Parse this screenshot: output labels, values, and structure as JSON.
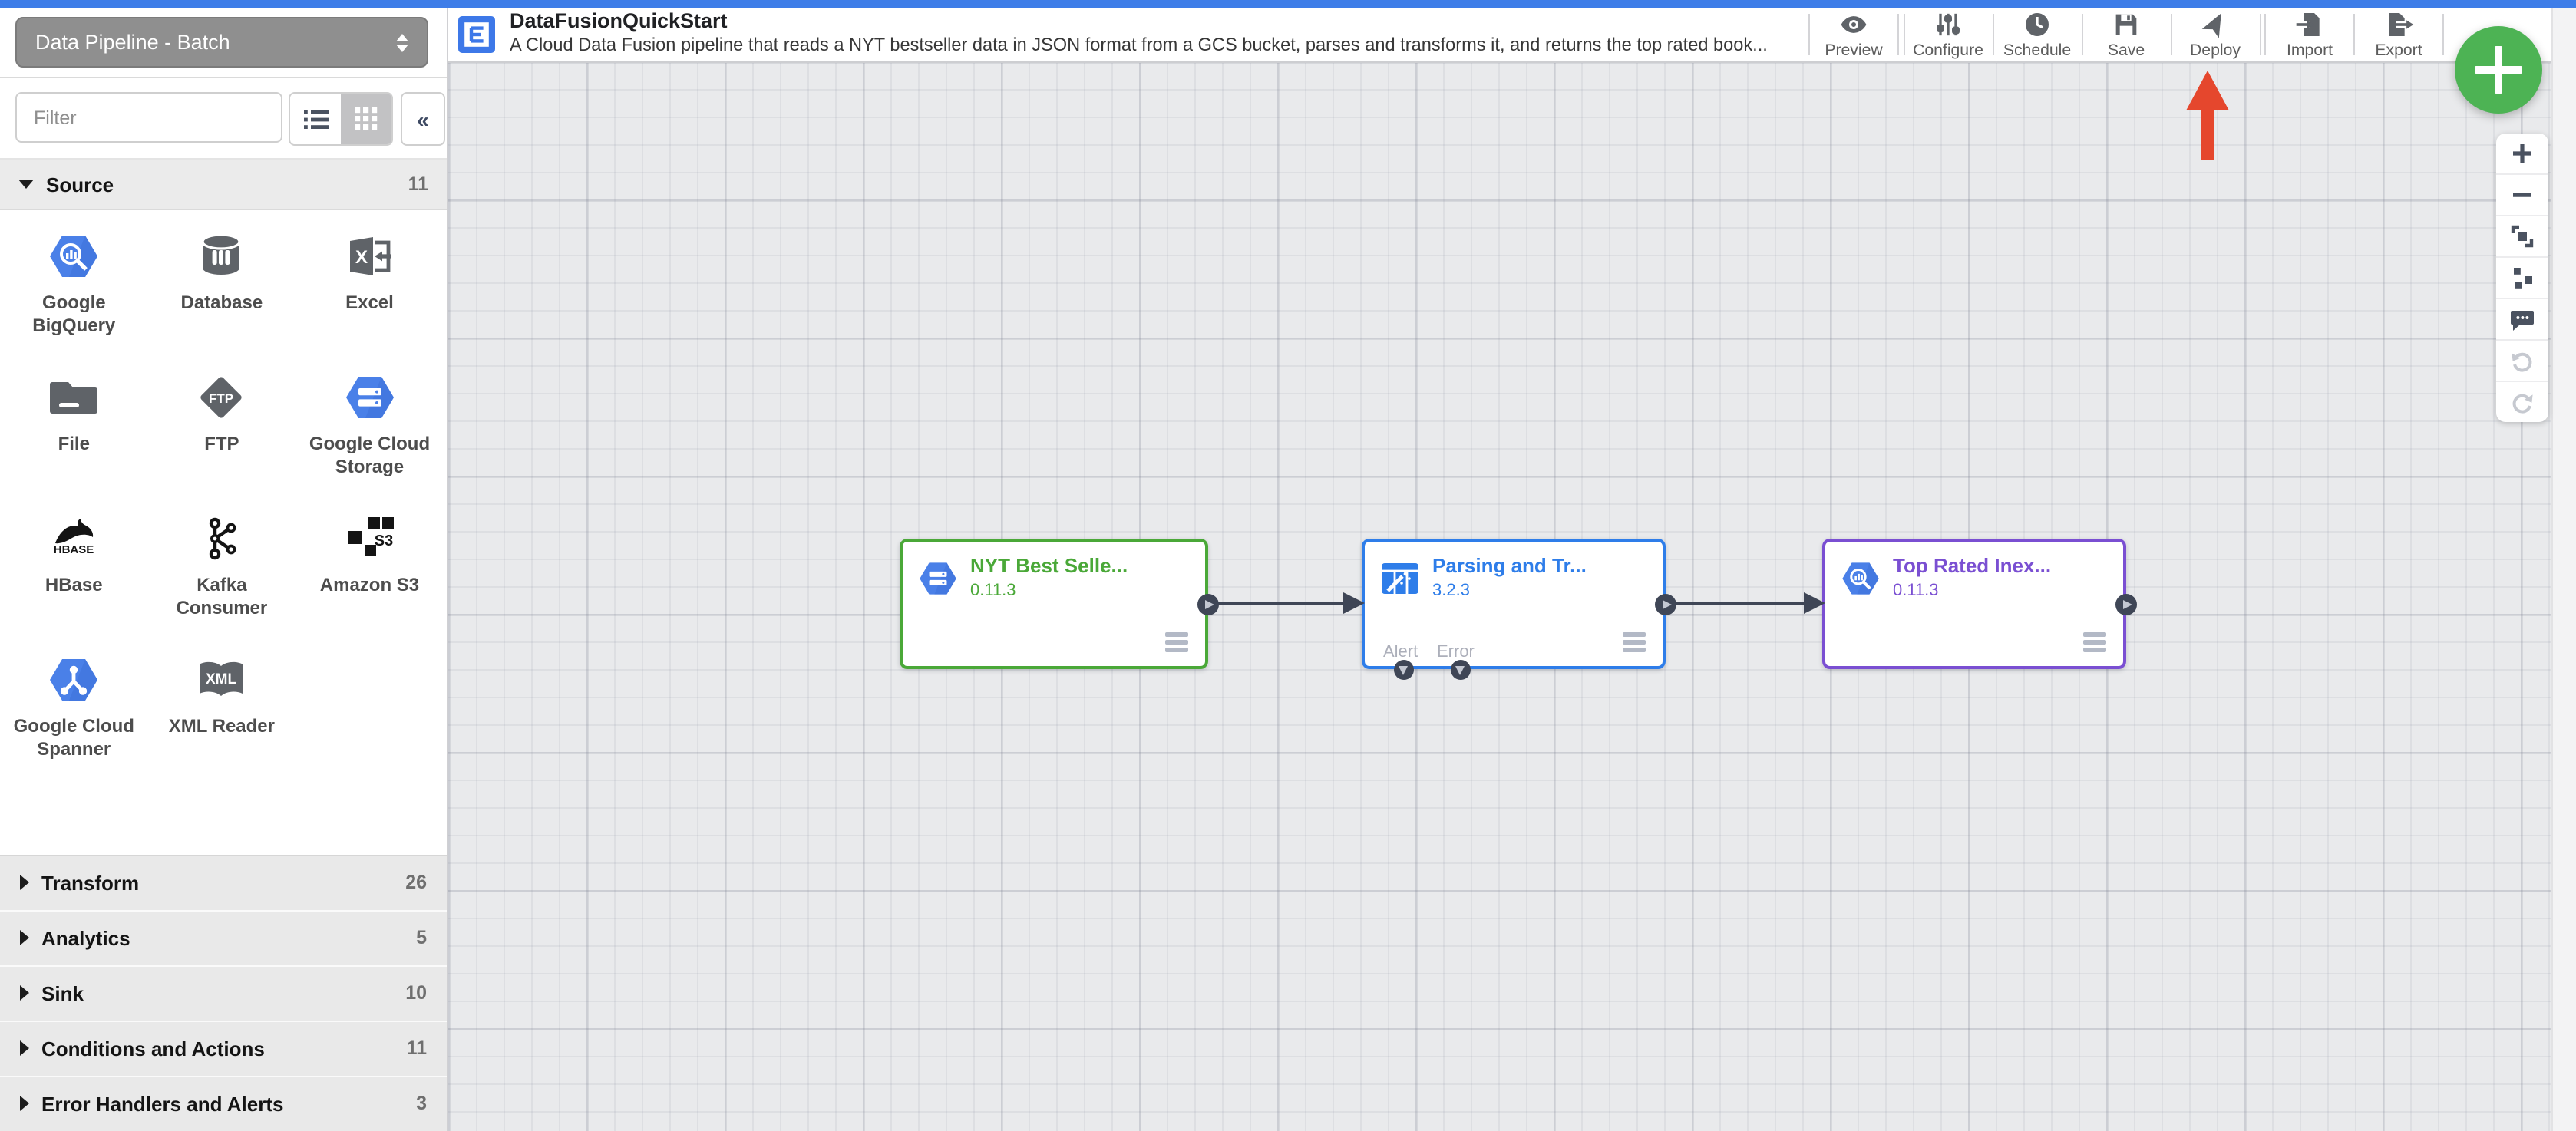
{
  "app": {
    "pipeline_type_selector": "Data Pipeline - Batch"
  },
  "header": {
    "title": "DataFusionQuickStart",
    "description": "A Cloud Data Fusion pipeline that reads a NYT bestseller data in JSON format from a GCS bucket, parses and transforms it, and returns the top rated book...",
    "actions": [
      {
        "label": "Preview",
        "icon": "eye-icon"
      },
      {
        "label": "Configure",
        "icon": "sliders-icon"
      },
      {
        "label": "Schedule",
        "icon": "clock-icon"
      },
      {
        "label": "Save",
        "icon": "floppy-icon"
      },
      {
        "label": "Deploy",
        "icon": "send-icon"
      },
      {
        "label": "Import",
        "icon": "import-icon"
      },
      {
        "label": "Export",
        "icon": "export-icon"
      }
    ]
  },
  "sidebar": {
    "filter_placeholder": "Filter",
    "collapse_glyph": "«",
    "source_section": {
      "label": "Source",
      "count": "11"
    },
    "plugins": [
      {
        "label": "Google BigQuery"
      },
      {
        "label": "Database"
      },
      {
        "label": "Excel"
      },
      {
        "label": "File"
      },
      {
        "label": "FTP"
      },
      {
        "label": "Google Cloud Storage"
      },
      {
        "label": "HBase"
      },
      {
        "label": "Kafka Consumer"
      },
      {
        "label": "Amazon S3"
      },
      {
        "label": "Google Cloud Spanner"
      },
      {
        "label": "XML Reader"
      }
    ],
    "collapsed_sections": [
      {
        "label": "Transform",
        "count": "26"
      },
      {
        "label": "Analytics",
        "count": "5"
      },
      {
        "label": "Sink",
        "count": "10"
      },
      {
        "label": "Conditions and Actions",
        "count": "11"
      },
      {
        "label": "Error Handlers and Alerts",
        "count": "3"
      }
    ]
  },
  "canvas": {
    "nodes": [
      {
        "title": "NYT Best Selle...",
        "version": "0.11.3",
        "accent": "#4aa838",
        "icon": "google-cloud-storage"
      },
      {
        "title": "Parsing and Tr...",
        "version": "3.2.3",
        "accent": "#2e7de9",
        "icon": "wrangler",
        "emit_ports": [
          {
            "label": "Alert"
          },
          {
            "label": "Error"
          }
        ]
      },
      {
        "title": "Top Rated Inex...",
        "version": "0.11.3",
        "accent": "#7a4fd2",
        "icon": "google-bigquery"
      }
    ],
    "annotation": {
      "shape": "red-arrow-up",
      "points_at": "Deploy",
      "color": "#e5472d"
    }
  },
  "fab": {
    "glyph": "+",
    "color": "#4db354"
  },
  "zoom_toolbar": {
    "items": [
      "zoom-in",
      "zoom-out",
      "fit-to-screen",
      "auto-align",
      "comment",
      "undo",
      "redo"
    ]
  }
}
